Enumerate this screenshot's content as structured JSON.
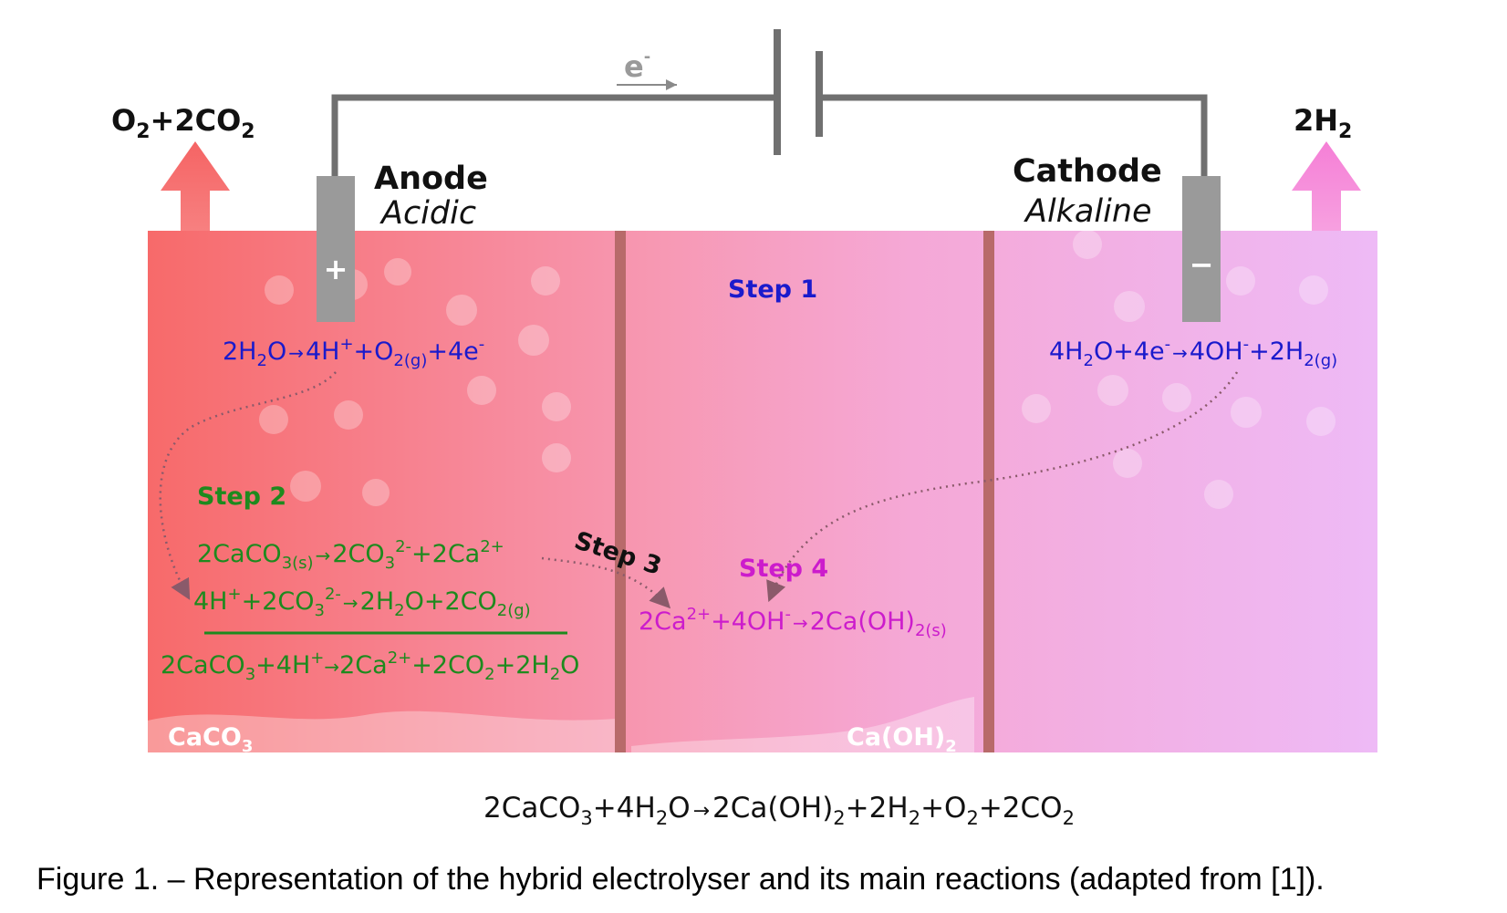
{
  "colors": {
    "anode_text": "#1a1acc",
    "step2_text": "#1e8a1e",
    "step4_text": "#cc1ccc",
    "arrow_o2": "#f26a6a",
    "arrow_h2": "#f58ad8",
    "wire": "#707070",
    "electrode": "#9a9a9a",
    "membrane": "#b86a6a"
  },
  "labels": {
    "electron": {
      "base": "e",
      "sup": "-"
    },
    "o2_out": {
      "p1": "O",
      "s1": "2",
      "p2": "+2CO",
      "s2": "2"
    },
    "h2_out": {
      "p1": "2H",
      "s1": "2"
    },
    "anode_title": "Anode",
    "anode_subtitle": "Acidic",
    "cathode_title": "Cathode",
    "cathode_subtitle": "Alkaline",
    "plus": "+",
    "minus": "−",
    "step1": "Step 1",
    "step2": "Step 2",
    "step3": "Step 3",
    "step4": "Step 4",
    "caco3": {
      "p1": "CaCO",
      "s1": "3"
    },
    "caoh2": {
      "p1": "Ca(OH)",
      "s1": "2"
    }
  },
  "reactions": {
    "anode": {
      "t1": "2H",
      "s1": "2",
      "t2": "O",
      "ar": "→",
      "t3": "4H",
      "u1": "+",
      "t4": "+O",
      "s2": "2(g)",
      "t5": "+4e",
      "u2": "-"
    },
    "cathode": {
      "t1": "4H",
      "s1": "2",
      "t2": "O+4e",
      "u1": "-",
      "ar": "→",
      "t3": "4OH",
      "u2": "-",
      "t4": "+2H",
      "s2": "2(g)"
    },
    "step2_r1": {
      "t1": "2CaCO",
      "s1": "3(s)",
      "ar": "→",
      "t2": "2CO",
      "s2": "3",
      "u1": "2-",
      "t3": "+2Ca",
      "u2": "2+"
    },
    "step2_r2": {
      "t1": "4H",
      "u1": "+",
      "t2": "+2CO",
      "s1": "3",
      "u2": "2-",
      "ar": "→",
      "t3": "2H",
      "s2": "2",
      "t4": "O+2CO",
      "s3": "2(g)"
    },
    "step2_sum": {
      "t1": "2CaCO",
      "s1": "3",
      "t2": "+4H",
      "u1": "+",
      "ar": "→",
      "t3": "2Ca",
      "u2": "2+",
      "t4": "+2CO",
      "s2": "2",
      "t5": "+2H",
      "s3": "2",
      "t6": "O"
    },
    "step4": {
      "t1": "2Ca",
      "u1": "2+",
      "t2": "+4OH",
      "u2": "-",
      "ar": "→",
      "t3": "2Ca(OH)",
      "s1": "2(s)"
    },
    "overall": {
      "t1": "2CaCO",
      "s1": "3",
      "t2": "+4H",
      "s2": "2",
      "t3": "O",
      "ar": "→",
      "t4": "2Ca(OH)",
      "s3": "2",
      "t5": "+2H",
      "s4": "2",
      "t6": "+O",
      "s5": "2",
      "t7": "+2CO",
      "s6": "2"
    }
  },
  "caption": "Figure 1. – Representation of the hybrid electrolyser and its main reactions (adapted from [1])."
}
